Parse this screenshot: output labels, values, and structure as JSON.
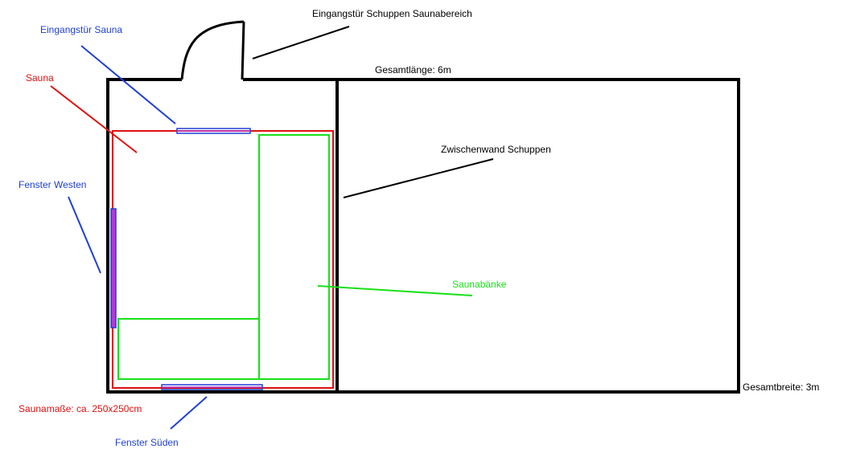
{
  "labels": {
    "entrance_shed": "Eingangstür Schuppen Saunabereich",
    "entrance_sauna": "Eingangstür Sauna",
    "sauna": "Sauna",
    "total_length": "Gesamtlänge: 6m",
    "partition_wall": "Zwischenwand Schuppen",
    "window_west": "Fenster Westen",
    "benches": "Saunabänke",
    "total_width": "Gesamtbreite: 3m",
    "sauna_dimensions": "Saunamaße: ca. 250x250cm",
    "window_south": "Fenster Süden"
  },
  "colors": {
    "walls": "#000000",
    "sauna_outline": "#e01010",
    "windows_doors": "#1f3fd6",
    "window_fill": "#b23bd6",
    "benches": "#19e019"
  }
}
